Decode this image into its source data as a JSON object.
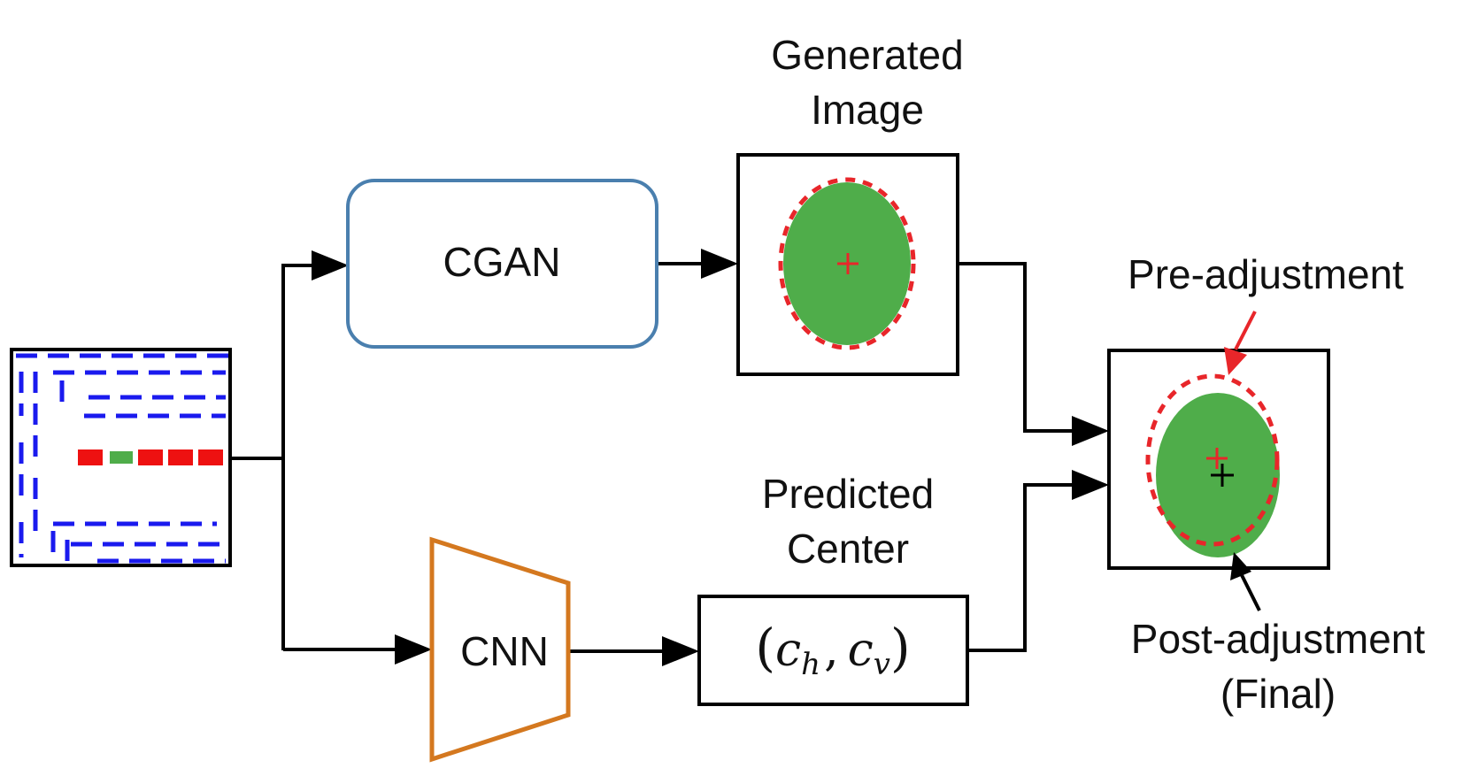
{
  "nodes": {
    "cgan": {
      "label": "CGAN"
    },
    "cnn": {
      "label": "CNN"
    },
    "generated_image": {
      "title_line1": "Generated",
      "title_line2": "Image"
    },
    "predicted_center": {
      "title_line1": "Predicted",
      "title_line2": "Center",
      "formula": {
        "open": "(",
        "c1": "c",
        "sub1": "h",
        "sep": ",",
        "c2": "c",
        "sub2": "v",
        "close": ")"
      }
    },
    "output": {
      "pre_label": "Pre-adjustment",
      "post_label_line1": "Post-adjustment",
      "post_label_line2": "(Final)"
    }
  },
  "colors": {
    "cgan_border": "#4a7fae",
    "cnn_border": "#d4781f",
    "fill_green": "#4fad4a",
    "dashed_red": "#e8262a",
    "input_blue": "#1a1aee",
    "input_red": "#ee1111",
    "line": "#000000"
  }
}
